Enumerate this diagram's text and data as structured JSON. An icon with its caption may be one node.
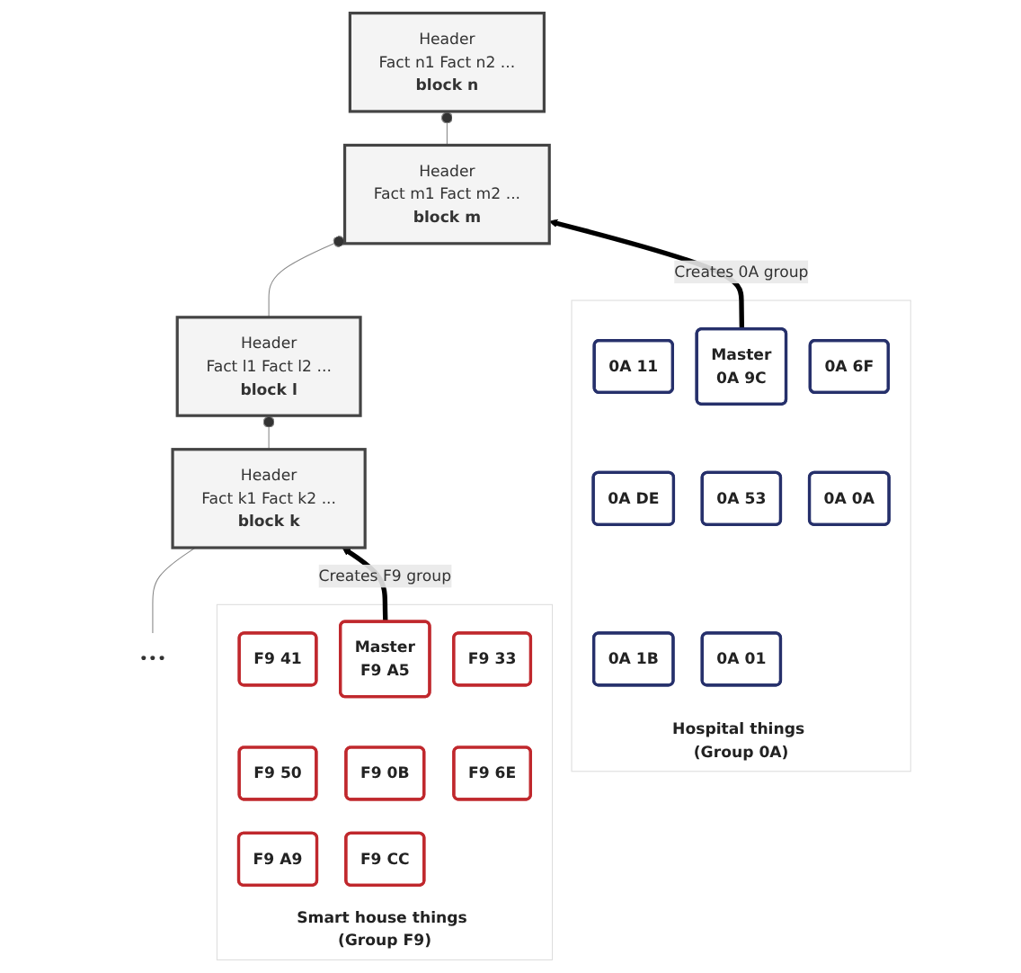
{
  "diagram": {
    "nodes": [
      {
        "text": [
          "•••"
        ]
      },
      {
        "text": [
          "Header",
          "Fact k1 Fact k2 ...",
          "block k"
        ]
      },
      {
        "text": [
          "Header",
          "Fact l1 Fact l2 ...",
          "block l"
        ]
      },
      {
        "text": [
          "Header",
          "Fact m1 Fact m2 ...",
          "block m"
        ]
      },
      {
        "text": [
          "Header",
          "Fact n1 Fact n2 ...",
          "block n"
        ]
      },
      {
        "text": [
          "Smart house things (Group F9)"
        ]
      },
      {
        "text": [
          "F9 41"
        ],
        "in": 5
      },
      {
        "text": [
          "Master",
          "F9 A5"
        ],
        "in": 5
      },
      {
        "text": [
          "F9 33"
        ],
        "in": 5
      },
      {
        "text": [
          "F9 50"
        ],
        "in": 5
      },
      {
        "text": [
          "F9 0B"
        ],
        "in": 5
      },
      {
        "text": [
          "F9 6E"
        ],
        "in": 5
      },
      {
        "text": [
          "F9 A9"
        ],
        "in": 5
      },
      {
        "text": [
          "F9 CC"
        ],
        "in": 5
      },
      {
        "text": [
          "Hospital things (Group 0A)"
        ]
      },
      {
        "text": [
          "0A 11"
        ],
        "in": 14
      },
      {
        "text": [
          "Master",
          "0A 9C"
        ],
        "in": 14
      },
      {
        "text": [
          "0A 6F"
        ],
        "in": 14
      },
      {
        "text": [
          "0A DE"
        ],
        "in": 14
      },
      {
        "text": [
          "0A 53"
        ],
        "in": 14
      },
      {
        "text": [
          "0A 0A"
        ],
        "in": 14
      },
      {
        "text": [
          "0A 1B"
        ],
        "in": 14
      },
      {
        "text": [
          "0A 01"
        ],
        "in": 14
      }
    ],
    "edges": [
      {
        "from": 0,
        "to": 1,
        "arrow": "none"
      },
      {
        "from": 1,
        "to": 2,
        "arrow": "other"
      },
      {
        "from": 2,
        "to": 3,
        "arrow": "other"
      },
      {
        "from": 3,
        "to": 4,
        "arrow": "other"
      },
      {
        "from": 7,
        "to": 1,
        "arrow": "to",
        "label": "Creates F9 group",
        "style": "thick",
        "color": "#000000"
      },
      {
        "from": 16,
        "to": 3,
        "arrow": "to",
        "label": "Creates 0A group",
        "style": "thick",
        "color": "#000000"
      }
    ]
  }
}
